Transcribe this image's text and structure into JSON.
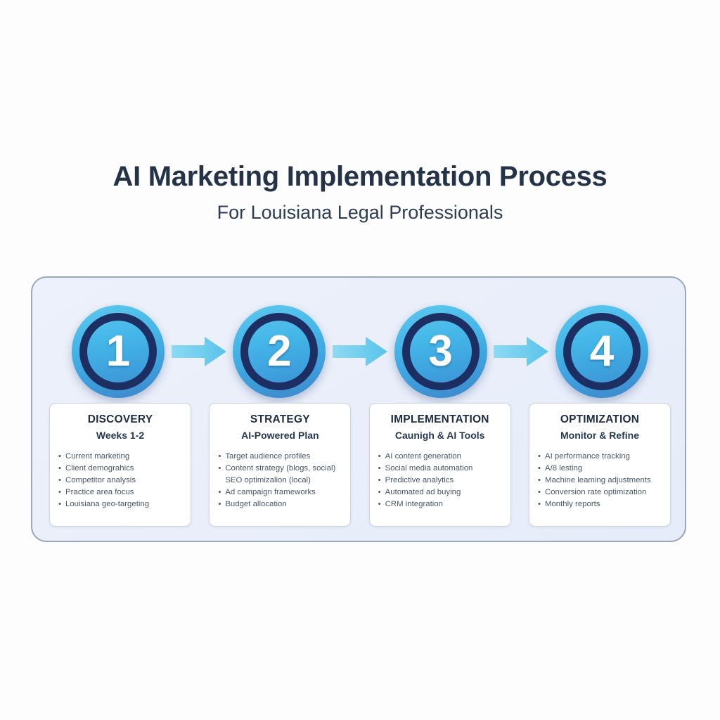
{
  "header": {
    "title": "AI Marketing Implementation Process",
    "subtitle": "For Louisiana Legal Professionals"
  },
  "colors": {
    "background": "#fdfdfd",
    "panel_fill": "#eaeffa",
    "panel_border": "#9aa8bd",
    "circle_gradient_start": "#5ec9ef",
    "circle_gradient_end": "#3e86c9",
    "circle_ring": "#1d2f62",
    "arrow_gradient_start": "#8ddaf4",
    "arrow_gradient_end": "#59c3ea",
    "title_text": "#253349",
    "subtitle_text": "#2d3e54",
    "card_background": "#ffffff",
    "card_border": "#cfd6e2",
    "card_title_text": "#1f2d44",
    "bullet_text": "#4a5768"
  },
  "process": {
    "steps": [
      {
        "number": "1",
        "title": "DISCOVERY",
        "subtitle": "Weeks 1-2",
        "bullets": [
          {
            "text": "Current marketing",
            "bulleted": true
          },
          {
            "text": "Client demograhics",
            "bulleted": true
          },
          {
            "text": "Competitor analysis",
            "bulleted": true
          },
          {
            "text": "Practice area focus",
            "bulleted": true
          },
          {
            "text": "Louisiana geo-targeting",
            "bulleted": true
          }
        ]
      },
      {
        "number": "2",
        "title": "STRATEGY",
        "subtitle": "AI-Powered Plan",
        "bullets": [
          {
            "text": "Target audience profiles",
            "bulleted": true
          },
          {
            "text": "Content strategy (blogs, social)",
            "bulleted": true
          },
          {
            "text": "SEO optimizalion (local)",
            "bulleted": false
          },
          {
            "text": "Ad campaign frameworks",
            "bulleted": true
          },
          {
            "text": "Budget allocation",
            "bulleted": true
          }
        ]
      },
      {
        "number": "3",
        "title": "IMPLEMENTATION",
        "subtitle": "Caunigh & AI Tools",
        "bullets": [
          {
            "text": "AI content generation",
            "bulleted": true
          },
          {
            "text": "Social media automation",
            "bulleted": true
          },
          {
            "text": "Predictive analytics",
            "bulleted": true
          },
          {
            "text": "Automated ad buying",
            "bulleted": true
          },
          {
            "text": "CRM integration",
            "bulleted": true
          }
        ]
      },
      {
        "number": "4",
        "title": "OPTIMIZATION",
        "subtitle": "Monitor & Refine",
        "bullets": [
          {
            "text": "AI performance tracking",
            "bulleted": true
          },
          {
            "text": "A/8 lesting",
            "bulleted": true
          },
          {
            "text": "Machine leaming adjustments",
            "bulleted": true
          },
          {
            "text": "Conversion rate optimization",
            "bulleted": true
          },
          {
            "text": "Monthly reports",
            "bulleted": true
          }
        ]
      }
    ],
    "arrows": [
      {
        "icon": "arrow-right-icon"
      },
      {
        "icon": "arrow-right-icon"
      },
      {
        "icon": "arrow-right-icon"
      }
    ]
  }
}
